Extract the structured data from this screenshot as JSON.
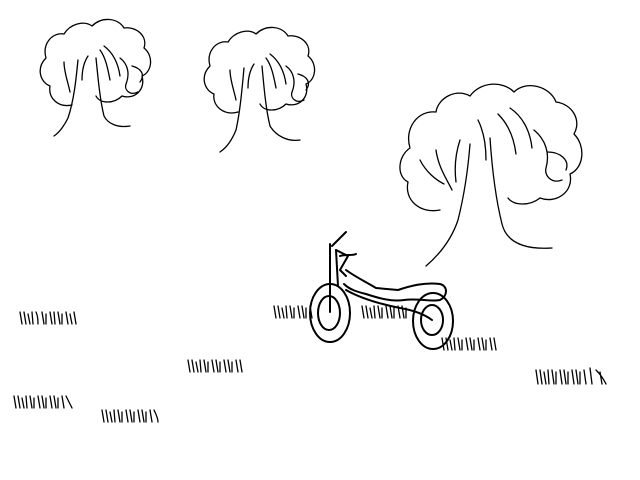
{
  "scene": {
    "stroke_color": "#000000",
    "background_color": "#ffffff",
    "objects": [
      "tree",
      "tree",
      "tree",
      "motorcycle",
      "grass",
      "grass",
      "grass",
      "grass",
      "grass",
      "grass",
      "grass",
      "grass"
    ]
  }
}
